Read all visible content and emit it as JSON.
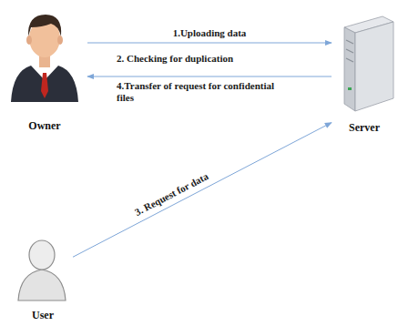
{
  "diagram": {
    "nodes": [
      {
        "text": [
          "Owner"
        ]
      },
      {
        "text": [
          "Server"
        ]
      },
      {
        "text": [
          "User"
        ]
      }
    ],
    "edges": [
      {
        "from": 0,
        "to": 1,
        "arrow": "to",
        "label": "1.Uploading data"
      },
      {
        "from": 1,
        "to": 0,
        "arrow": "to",
        "label": "4.Transfer of request for confidential files"
      },
      {
        "from": 2,
        "to": 1,
        "arrow": "to",
        "label": "3. Request for data"
      }
    ],
    "labels": [
      "2. Checking for duplication"
    ]
  }
}
